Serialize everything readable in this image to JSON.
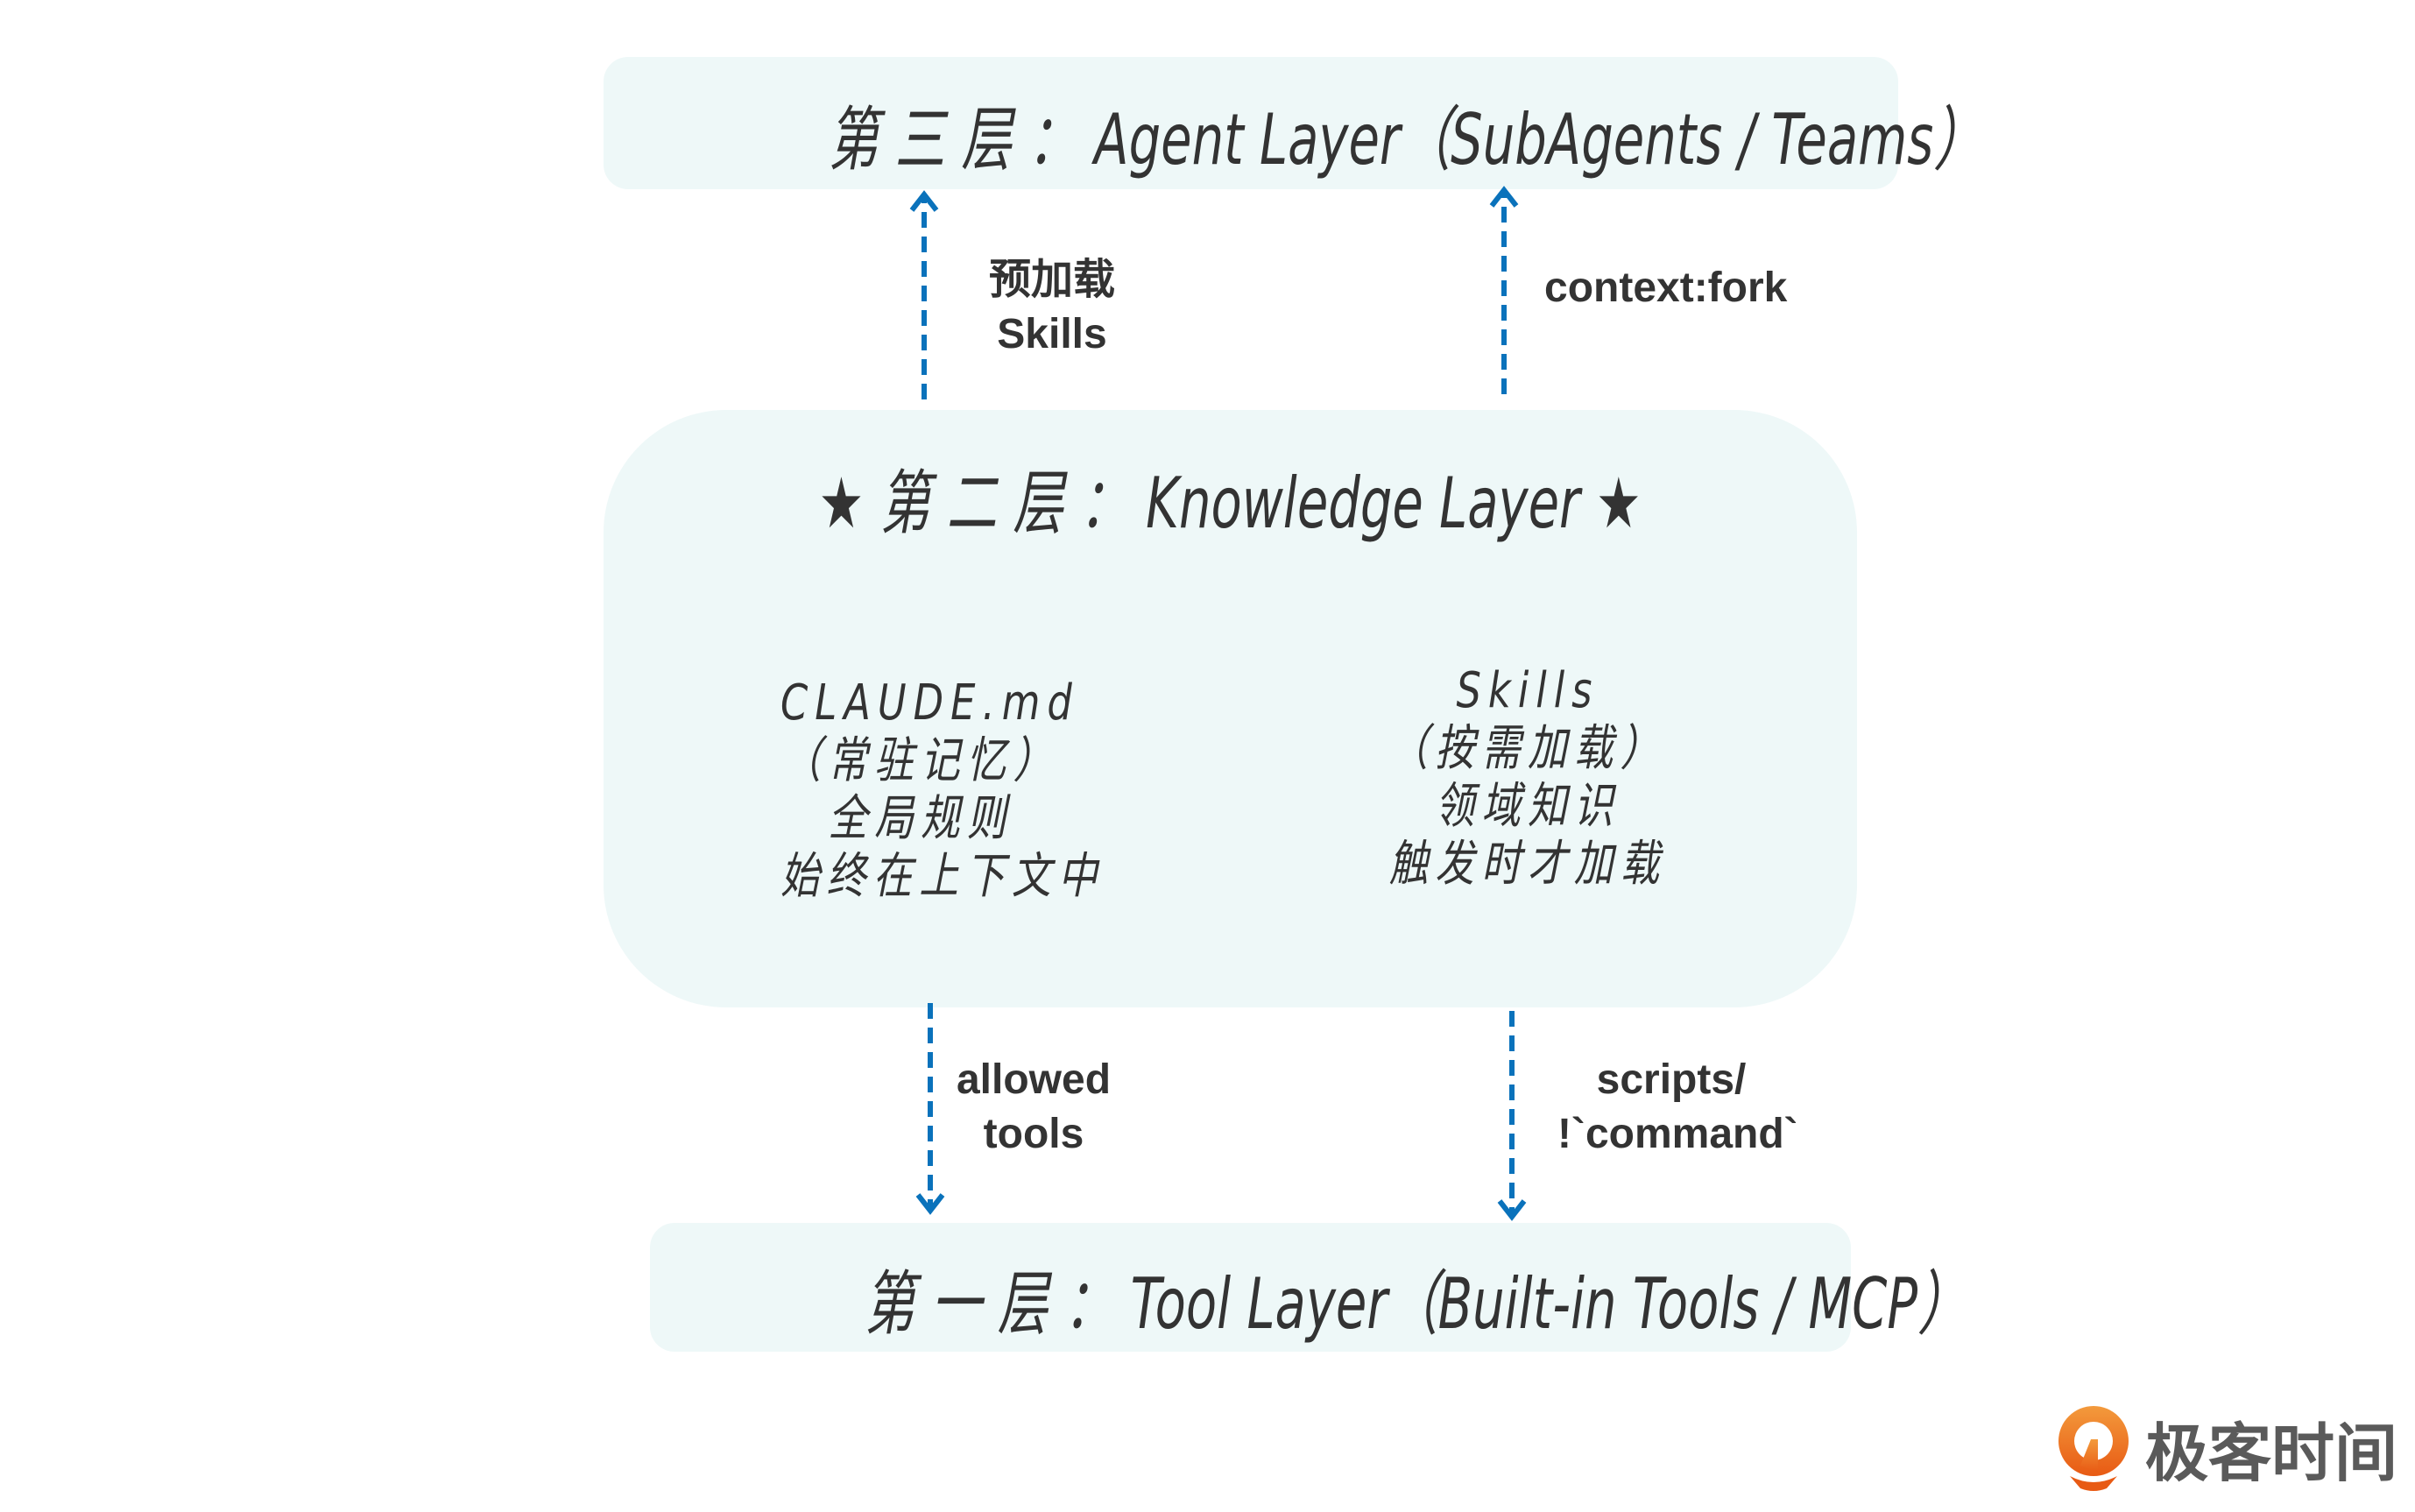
{
  "layers": {
    "top": {
      "title": "第 三 层 ： Agent Layer（SubAgents / Teams）"
    },
    "middle": {
      "title": "★ 第 二 层 ： Knowledge Layer ★",
      "left_lines": [
        "CLAUDE.md",
        "（常驻记忆）",
        "全局规则",
        "始终在上下文中"
      ],
      "right_lines": [
        "Skills",
        "（按需加载）",
        "领域知识",
        "触发时才加载"
      ]
    },
    "bottom": {
      "title": "第 一 层 ： Tool Layer（Built-in Tools / MCP）"
    }
  },
  "edges": [
    {
      "label_lines": [
        "预加载",
        "Skills"
      ],
      "direction": "up"
    },
    {
      "label_lines": [
        "context:fork"
      ],
      "direction": "up"
    },
    {
      "label_lines": [
        "allowed",
        "tools"
      ],
      "direction": "down"
    },
    {
      "label_lines": [
        "scripts/",
        "!`command`"
      ],
      "direction": "down"
    }
  ],
  "logo": {
    "text": "极客时间"
  },
  "colors": {
    "box": "#eef8f8",
    "arrow": "#0a72bb",
    "text": "#333333",
    "logo_orange": "#ee6a1c"
  }
}
